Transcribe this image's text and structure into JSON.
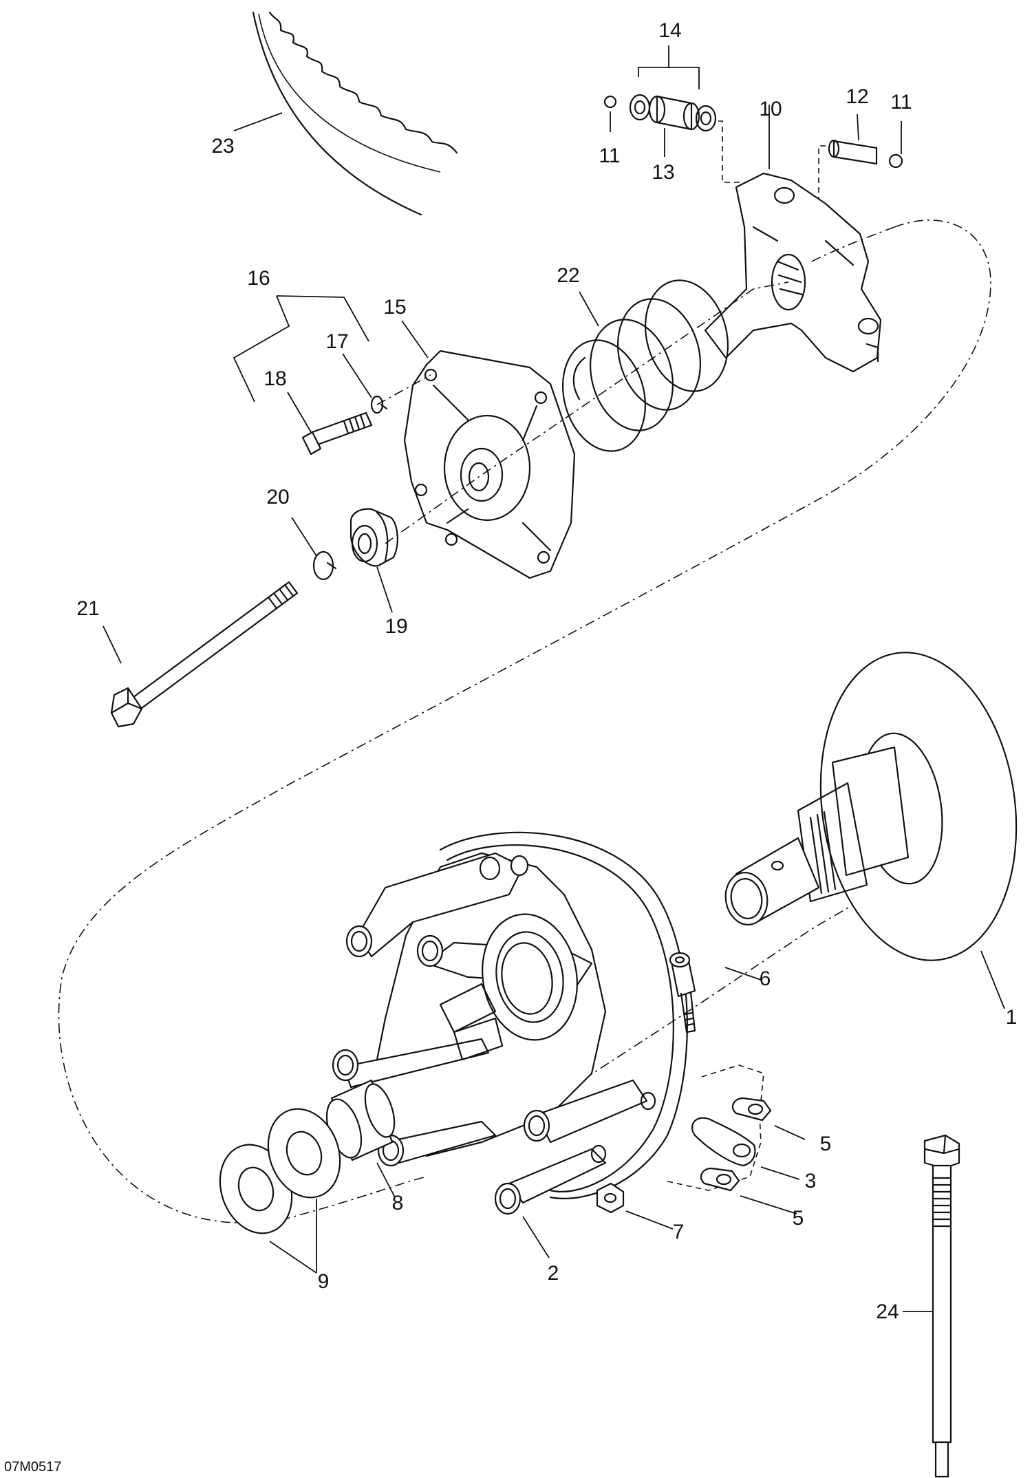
{
  "drawing_code": "07M0517",
  "callouts": [
    {
      "id": "1",
      "text": "1"
    },
    {
      "id": "2",
      "text": "2"
    },
    {
      "id": "3",
      "text": "3"
    },
    {
      "id": "5a",
      "text": "5"
    },
    {
      "id": "5b",
      "text": "5"
    },
    {
      "id": "6",
      "text": "6"
    },
    {
      "id": "7",
      "text": "7"
    },
    {
      "id": "8",
      "text": "8"
    },
    {
      "id": "9",
      "text": "9"
    },
    {
      "id": "10",
      "text": "10"
    },
    {
      "id": "11a",
      "text": "11"
    },
    {
      "id": "11b",
      "text": "11"
    },
    {
      "id": "12",
      "text": "12"
    },
    {
      "id": "13",
      "text": "13"
    },
    {
      "id": "14",
      "text": "14"
    },
    {
      "id": "15",
      "text": "15"
    },
    {
      "id": "16",
      "text": "16"
    },
    {
      "id": "17",
      "text": "17"
    },
    {
      "id": "18",
      "text": "18"
    },
    {
      "id": "19",
      "text": "19"
    },
    {
      "id": "20",
      "text": "20"
    },
    {
      "id": "21",
      "text": "21"
    },
    {
      "id": "22",
      "text": "22"
    },
    {
      "id": "23",
      "text": "23"
    },
    {
      "id": "24",
      "text": "24"
    }
  ]
}
